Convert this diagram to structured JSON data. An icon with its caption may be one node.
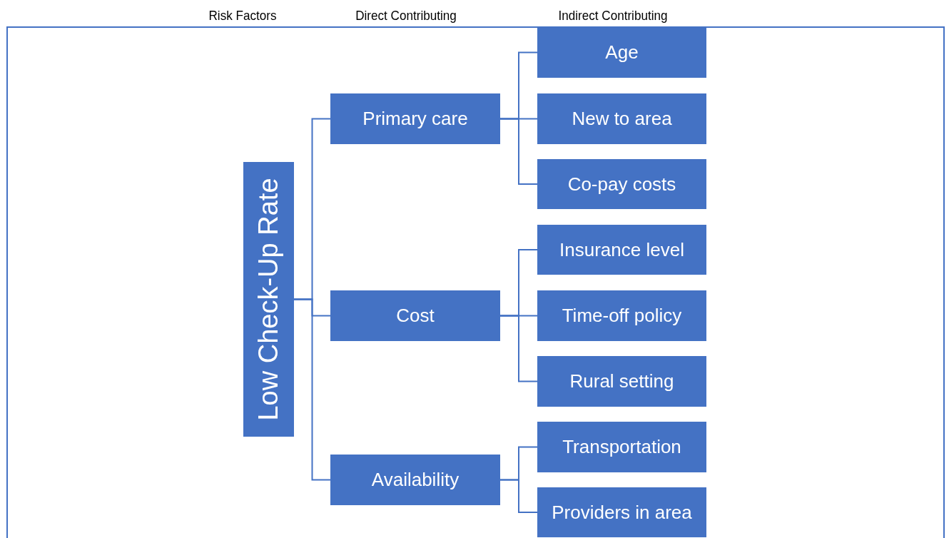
{
  "diagram": {
    "nodes": [
      {
        "text": [
          "Low Check-Up Rate"
        ]
      },
      {
        "text": [
          "Primary care"
        ]
      },
      {
        "text": [
          "Cost"
        ]
      },
      {
        "text": [
          "Availability"
        ]
      },
      {
        "text": [
          "Age"
        ]
      },
      {
        "text": [
          "New to area"
        ]
      },
      {
        "text": [
          "Co-pay costs"
        ]
      },
      {
        "text": [
          "Insurance level"
        ]
      },
      {
        "text": [
          "Time-off policy"
        ]
      },
      {
        "text": [
          "Rural setting"
        ]
      },
      {
        "text": [
          "Transportation"
        ]
      },
      {
        "text": [
          "Providers in area"
        ]
      }
    ],
    "edges": [
      {
        "from": 0,
        "to": 1,
        "arrow": "none"
      },
      {
        "from": 0,
        "to": 2,
        "arrow": "none"
      },
      {
        "from": 0,
        "to": 3,
        "arrow": "none"
      },
      {
        "from": 1,
        "to": 4,
        "arrow": "none"
      },
      {
        "from": 1,
        "to": 5,
        "arrow": "none"
      },
      {
        "from": 1,
        "to": 6,
        "arrow": "none"
      },
      {
        "from": 2,
        "to": 7,
        "arrow": "none"
      },
      {
        "from": 2,
        "to": 8,
        "arrow": "none"
      },
      {
        "from": 2,
        "to": 9,
        "arrow": "none"
      },
      {
        "from": 3,
        "to": 10,
        "arrow": "none"
      },
      {
        "from": 3,
        "to": 11,
        "arrow": "none"
      }
    ],
    "labels": [
      "Risk Factors",
      "Direct Contributing",
      "Indirect Contributing"
    ]
  }
}
